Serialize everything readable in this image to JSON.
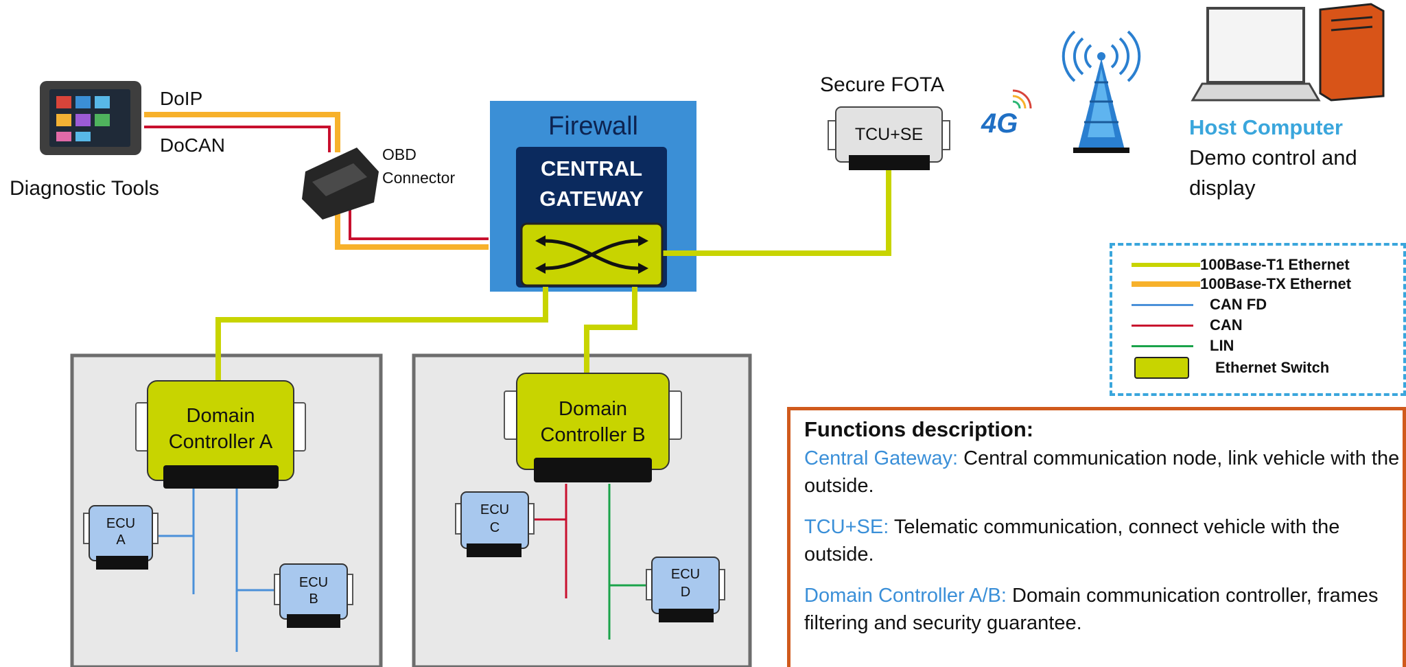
{
  "diagnostic": {
    "doip": "DoIP",
    "docan": "DoCAN",
    "tools_label": "Diagnostic Tools",
    "obd_label_line1": "OBD",
    "obd_label_line2": "Connector"
  },
  "gateway": {
    "firewall": "Firewall",
    "title_line1": "CENTRAL",
    "title_line2": "GATEWAY"
  },
  "fota": {
    "label": "Secure FOTA",
    "tcu": "TCU+SE",
    "network": "4G"
  },
  "host": {
    "title": "Host Computer",
    "desc_line1": "Demo control and",
    "desc_line2": "display"
  },
  "domain_a": {
    "line1": "Domain",
    "line2": "Controller A",
    "ecu_a": [
      "ECU",
      "A"
    ],
    "ecu_b": [
      "ECU",
      "B"
    ]
  },
  "domain_b": {
    "line1": "Domain",
    "line2": "Controller B",
    "ecu_c": [
      "ECU",
      "C"
    ],
    "ecu_d": [
      "ECU",
      "D"
    ]
  },
  "legend": {
    "items": [
      {
        "label": "100Base-T1 Ethernet",
        "color": "#c8d400"
      },
      {
        "label": "100Base-TX Ethernet",
        "color": "#f7b12b"
      },
      {
        "label": "CAN FD",
        "color": "#4a90d9"
      },
      {
        "label": "CAN",
        "color": "#c8102e"
      },
      {
        "label": "LIN",
        "color": "#1aa34a"
      },
      {
        "label": "Ethernet Switch",
        "color": "#c8d400"
      }
    ]
  },
  "functions": {
    "title": "Functions description:",
    "items": [
      {
        "key": "Central Gateway:",
        "text": "Central communication node, link vehicle with the outside."
      },
      {
        "key": "TCU+SE:",
        "text": "Telematic communication, connect vehicle with the outside."
      },
      {
        "key": "Domain Controller A/B:",
        "text": "Domain communication controller, frames filtering and security guarantee."
      }
    ]
  }
}
